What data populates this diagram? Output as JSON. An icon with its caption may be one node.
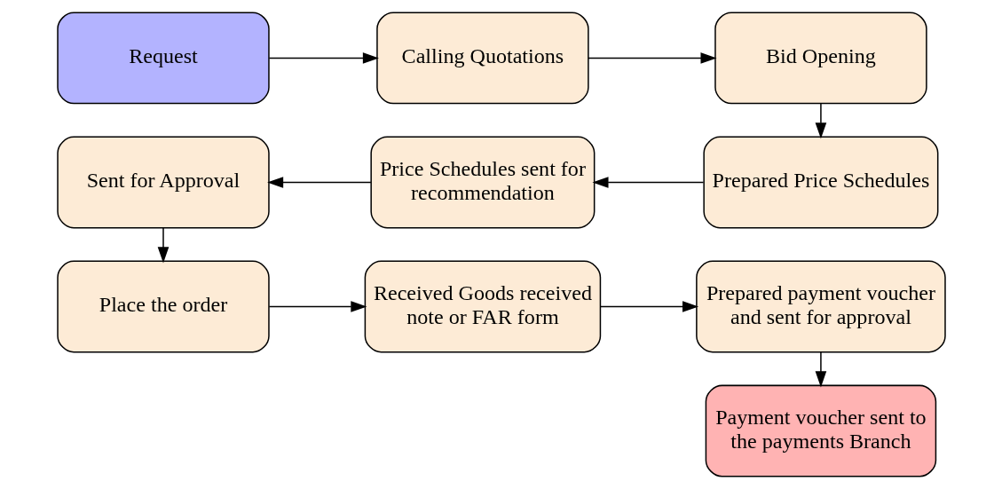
{
  "diagram": {
    "nodes": [
      {
        "text": [
          "Request"
        ]
      },
      {
        "text": [
          "Calling Quotations"
        ]
      },
      {
        "text": [
          "Bid Opening"
        ]
      },
      {
        "text": [
          "Prepared Price Schedules"
        ]
      },
      {
        "text": [
          "Price Schedules sent for recommendation"
        ]
      },
      {
        "text": [
          "Sent for Approval"
        ]
      },
      {
        "text": [
          "Place the order"
        ]
      },
      {
        "text": [
          "Received Goods received note or FAR form"
        ]
      },
      {
        "text": [
          "Prepared payment voucher and sent for approval"
        ]
      },
      {
        "text": [
          "Payment voucher sent to the payments Branch"
        ]
      }
    ],
    "edges": [
      {
        "from": 0,
        "to": 1,
        "arrow": "to"
      },
      {
        "from": 1,
        "to": 2,
        "arrow": "to"
      },
      {
        "from": 2,
        "to": 3,
        "arrow": "to"
      },
      {
        "from": 3,
        "to": 4,
        "arrow": "to"
      },
      {
        "from": 4,
        "to": 5,
        "arrow": "to"
      },
      {
        "from": 5,
        "to": 6,
        "arrow": "to"
      },
      {
        "from": 6,
        "to": 7,
        "arrow": "to"
      },
      {
        "from": 7,
        "to": 8,
        "arrow": "to"
      },
      {
        "from": 8,
        "to": 9,
        "arrow": "to"
      }
    ]
  }
}
